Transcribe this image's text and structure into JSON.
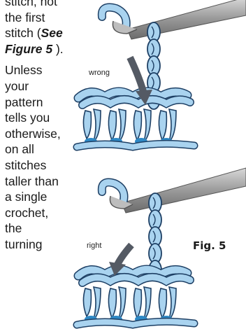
{
  "text": {
    "p1_line1": "stitch, not",
    "p1_line2": "the first",
    "p1_line3": "stitch (",
    "p1_ref": "See Figure 5",
    "p1_end": " ).",
    "p2_lines": [
      "Unless",
      "your",
      "pattern",
      "tells you",
      "otherwise,",
      "on all",
      "stitches",
      "taller than",
      "a single",
      "crochet,",
      "the",
      "turning"
    ]
  },
  "figures": {
    "top_label": "wrong",
    "bottom_label": "right",
    "caption": "Fig. 5"
  },
  "colors": {
    "yarn_fill": "#a9d3ef",
    "yarn_outline": "#1d3f64",
    "yarn_dark": "#2d88c5",
    "hook": "#8f8f8f",
    "arrow": "#545a64"
  }
}
